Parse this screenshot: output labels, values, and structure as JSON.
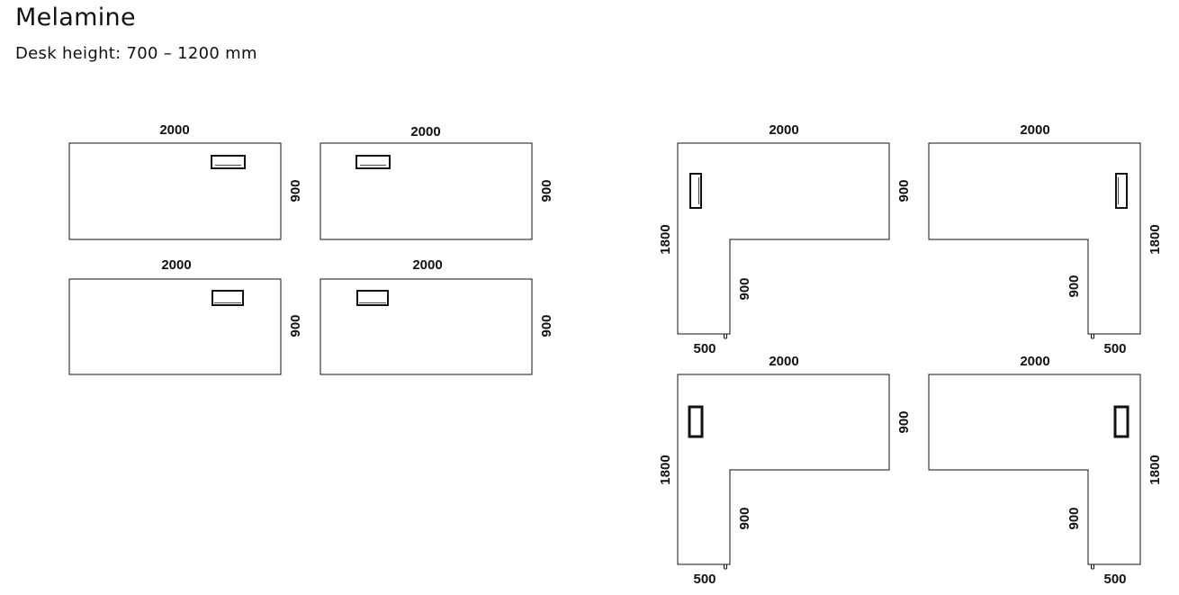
{
  "header": {
    "title": "Melamine",
    "subtitle": "Desk height: 700 – 1200 mm"
  },
  "desks": {
    "straight": [
      {
        "width_label": "2000",
        "depth_label": "900",
        "cutout": "right"
      },
      {
        "width_label": "2000",
        "depth_label": "900",
        "cutout": "left"
      },
      {
        "width_label": "2000",
        "depth_label": "900",
        "cutout": "right"
      },
      {
        "width_label": "2000",
        "depth_label": "900",
        "cutout": "left"
      }
    ],
    "corner": [
      {
        "width_label": "2000",
        "depth_label": "900",
        "total_depth_label": "1800",
        "return_depth_label": "900",
        "return_width_label": "500",
        "return_side": "left"
      },
      {
        "width_label": "2000",
        "depth_label": "900",
        "total_depth_label": "1800",
        "return_depth_label": "900",
        "return_width_label": "500",
        "return_side": "right"
      },
      {
        "width_label": "2000",
        "depth_label": "900",
        "total_depth_label": "1800",
        "return_depth_label": "900",
        "return_width_label": "500",
        "return_side": "left"
      },
      {
        "width_label": "2000",
        "depth_label": "900",
        "total_depth_label": "1800",
        "return_depth_label": "900",
        "return_width_label": "500",
        "return_side": "right"
      }
    ]
  }
}
